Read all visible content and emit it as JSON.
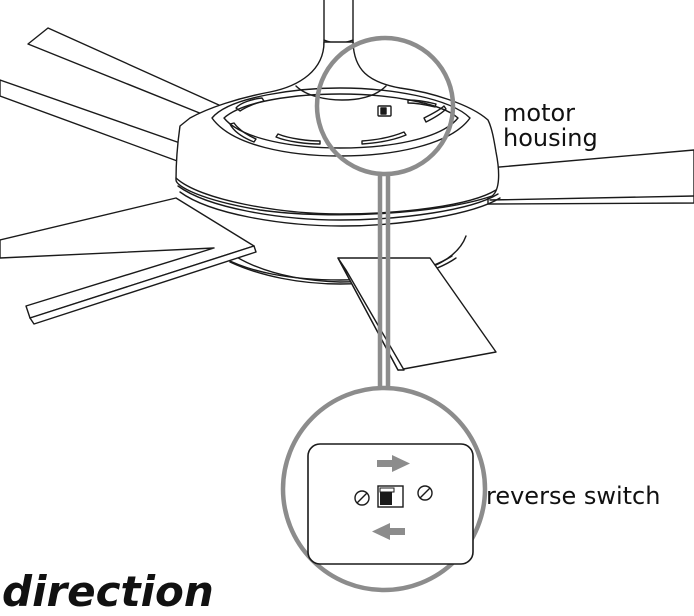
{
  "labels": {
    "motor_line1": "motor",
    "motor_line2": "housing",
    "reverse_switch": "reverse switch",
    "bottom_text": "direction"
  },
  "icons": {
    "screw_left": "screw-icon",
    "screw_right": "screw-icon",
    "arrow_top": "arrow-right-icon",
    "arrow_bottom": "arrow-left-icon"
  },
  "colors": {
    "line": "#1a1a1a",
    "callout_circle": "#8c8c8c",
    "arrows": "#8c8c8c"
  }
}
